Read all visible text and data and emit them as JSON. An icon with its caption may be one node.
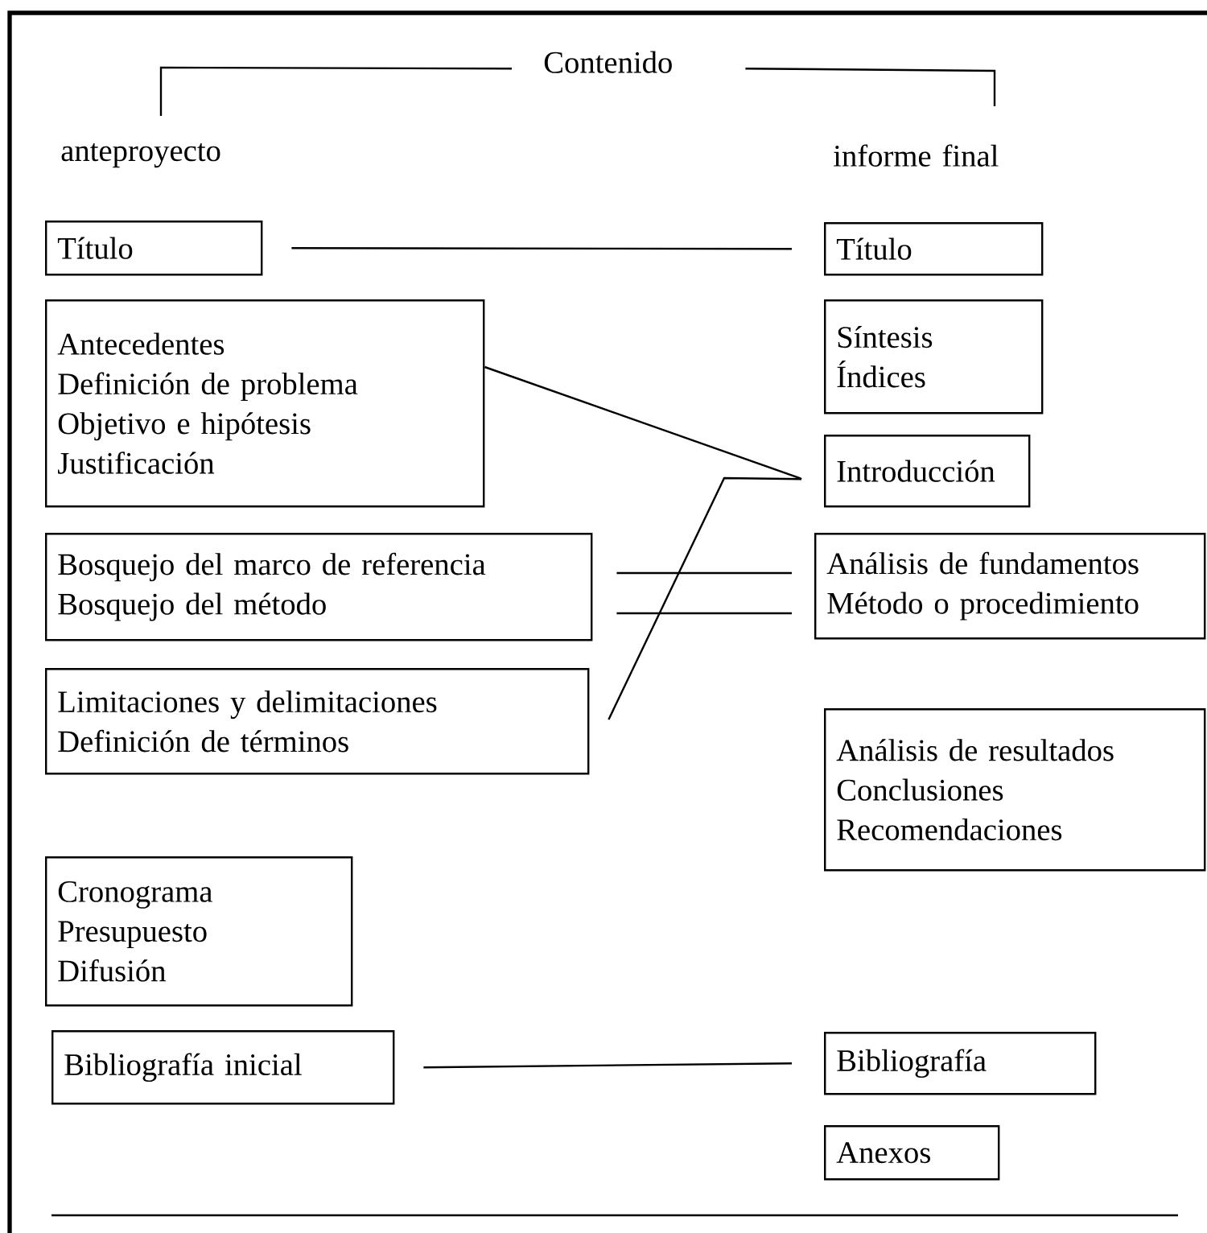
{
  "diagram": {
    "nodes": [
      {
        "text": [
          "Contenido"
        ]
      },
      {
        "text": [
          "anteproyecto"
        ]
      },
      {
        "text": [
          "informe final"
        ]
      },
      {
        "text": [
          "Título"
        ]
      },
      {
        "text": [
          "Título"
        ]
      },
      {
        "text": [
          "Antecedentes",
          "Definición de problema",
          "Objetivo e hipótesis",
          "Justificación"
        ]
      },
      {
        "text": [
          "Síntesis",
          "Índices"
        ]
      },
      {
        "text": [
          "Introducción"
        ]
      },
      {
        "text": [
          "Bosquejo del marco de referencia",
          "Bosquejo del método"
        ]
      },
      {
        "text": [
          "Análisis de fundamentos",
          "Método o procedimiento"
        ]
      },
      {
        "text": [
          "Limitaciones y delimitaciones",
          "Definición de términos"
        ]
      },
      {
        "text": [
          "Análisis de resultados",
          "Conclusiones",
          "Recomendaciones"
        ]
      },
      {
        "text": [
          "Cronograma",
          "Presupuesto",
          "Difusión"
        ]
      },
      {
        "text": [
          "Bibliografía inicial"
        ]
      },
      {
        "text": [
          "Bibliografía"
        ]
      },
      {
        "text": [
          "Anexos"
        ]
      }
    ],
    "edges": [
      {
        "from": 0,
        "to": 1,
        "arrow": "none"
      },
      {
        "from": 0,
        "to": 2,
        "arrow": "none"
      },
      {
        "from": 3,
        "to": 4,
        "arrow": "none"
      },
      {
        "from": 5,
        "to": 7,
        "arrow": "none"
      },
      {
        "from": 10,
        "to": 7,
        "arrow": "none"
      },
      {
        "from": 8,
        "to": 9,
        "arrow": "none"
      },
      {
        "from": 8,
        "to": 9,
        "arrow": "none"
      },
      {
        "from": 13,
        "to": 14,
        "arrow": "none"
      }
    ]
  }
}
